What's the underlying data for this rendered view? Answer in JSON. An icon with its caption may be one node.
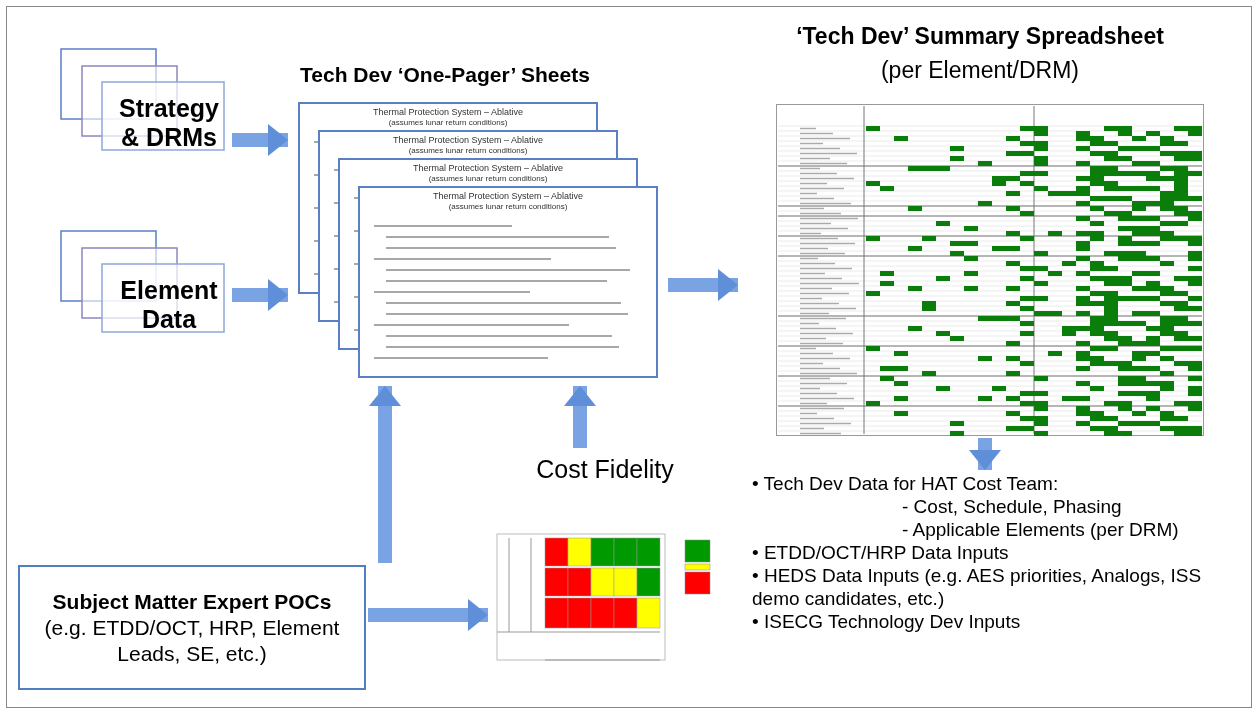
{
  "diagram": {
    "nodes": [
      {
        "text": [
          "Strategy & DRMs"
        ]
      },
      {
        "text": [
          "Element Data"
        ]
      },
      {
        "text": [
          "Tech Dev ‘One-Pager’ Sheets",
          "Thermal Protection System – Ablative",
          "(assumes lunar return conditions)",
          "Thermal Protection System – Ablative",
          "(assumes lunar return conditions)",
          "Thermal Protection System – Ablative",
          "(assumes lunar return conditions)",
          "Thermal Protection System – Ablative",
          "(assumes lunar return conditions)"
        ]
      },
      {
        "text": [
          "‘Tech Dev’ Summary Spreadsheet",
          "(per Element/DRM)"
        ]
      },
      {
        "text": [
          "Cost Fidelity"
        ]
      },
      {
        "text": [
          "Subject Matter Expert POCs",
          "(e.g. ETDD/OCT, HRP, Element Leads, SE, etc.)"
        ]
      },
      {
        "text": [
          "• Tech Dev Data for HAT Cost Team:",
          "- Cost, Schedule, Phasing",
          "- Applicable Elements (per DRM)",
          "• ETDD/OCT/HRP Data Inputs",
          "• HEDS Data Inputs (e.g. AES priorities, Analogs, ISS demo candidates, etc.)",
          "• ISECG Technology Dev Inputs"
        ]
      }
    ],
    "edges": [
      {
        "from": 0,
        "to": 2,
        "arrow": "to"
      },
      {
        "from": 1,
        "to": 2,
        "arrow": "to"
      },
      {
        "from": 2,
        "to": 3,
        "arrow": "to"
      },
      {
        "from": 3,
        "to": 6,
        "arrow": "to"
      },
      {
        "from": 5,
        "to": 4,
        "arrow": "to"
      },
      {
        "from": 5,
        "to": 2,
        "arrow": "to"
      },
      {
        "from": 4,
        "to": 2,
        "arrow": "to"
      }
    ]
  }
}
